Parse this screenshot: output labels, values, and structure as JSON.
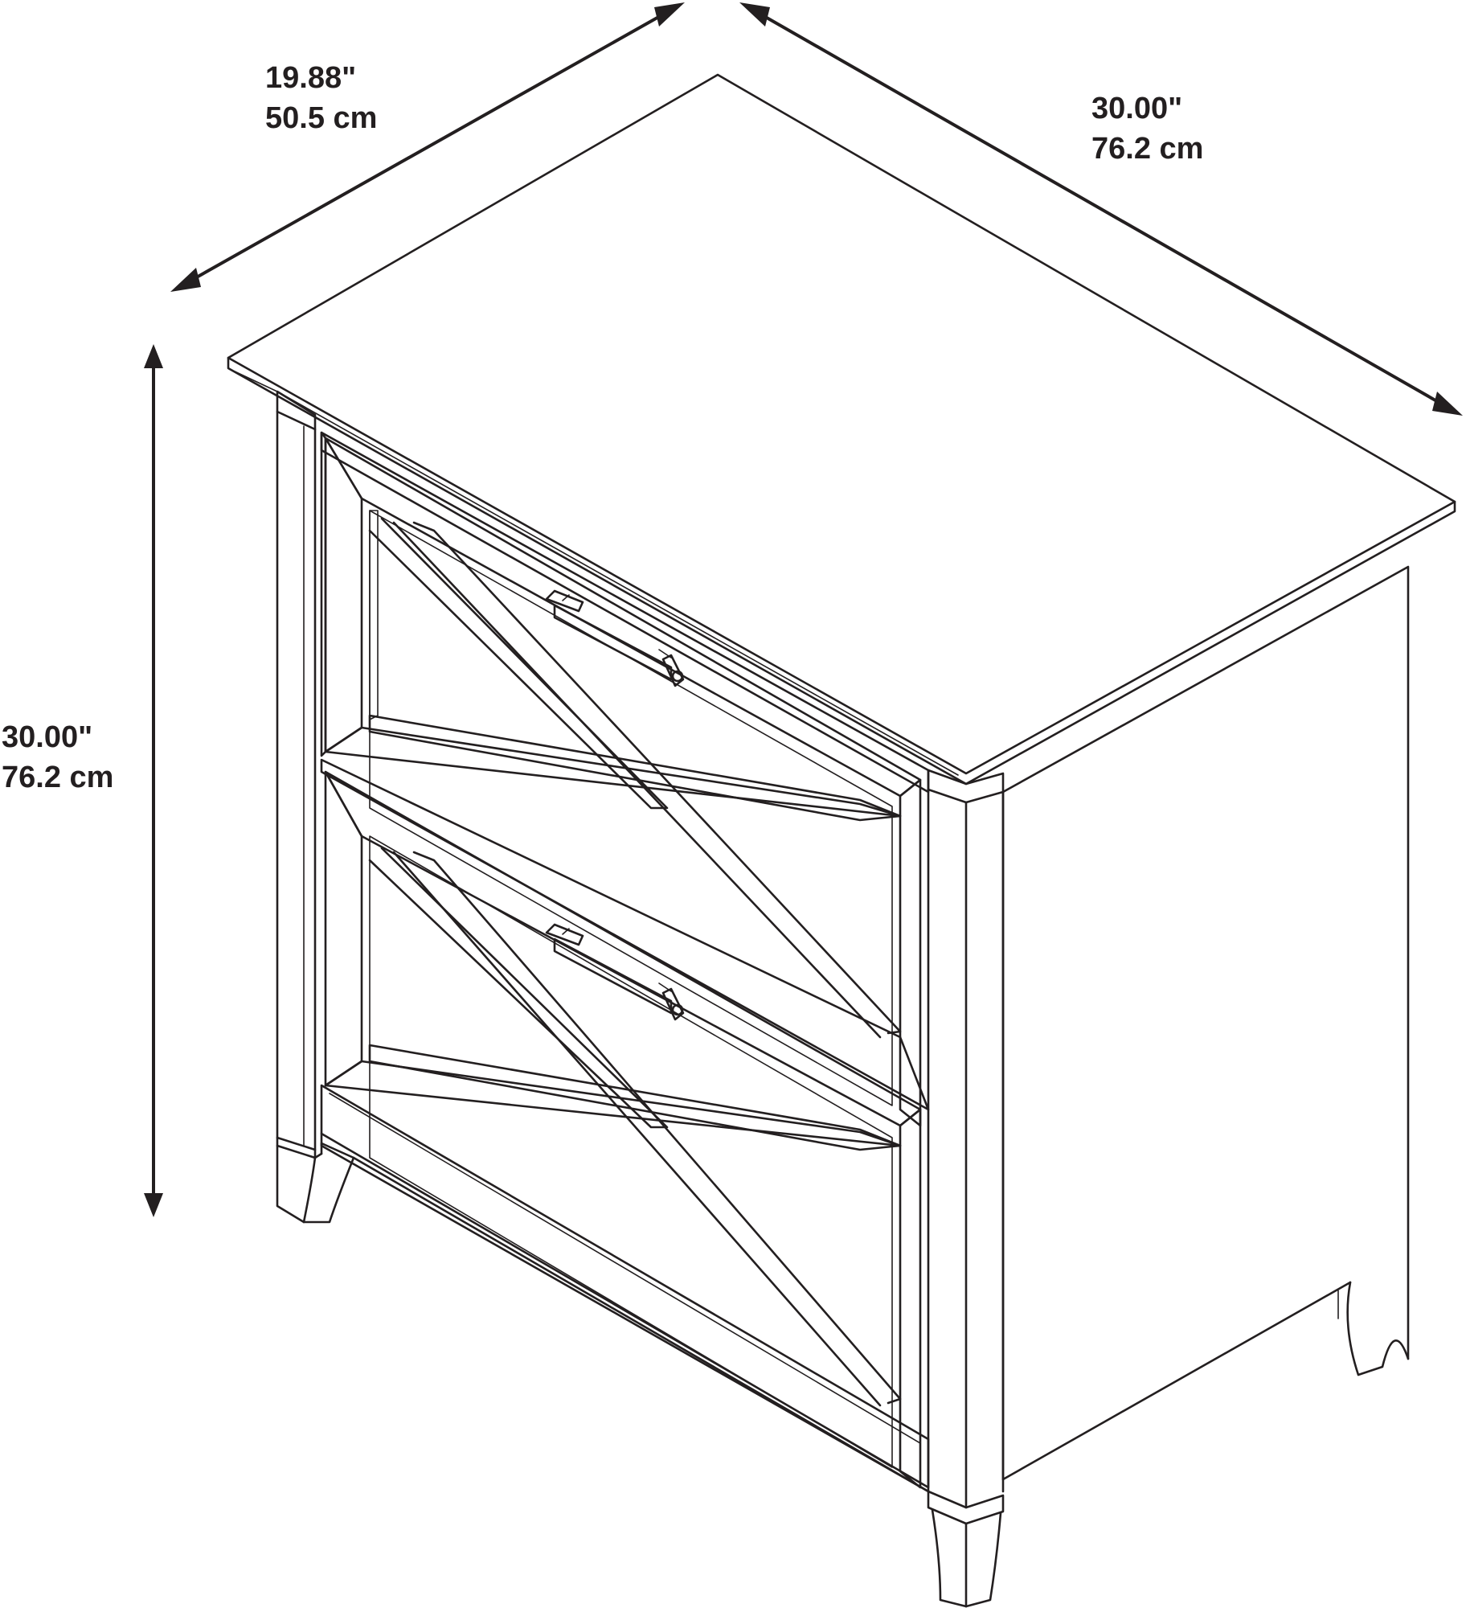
{
  "dimensions": {
    "depth": {
      "inches": "19.88\"",
      "cm": "50.5 cm"
    },
    "width": {
      "inches": "30.00\"",
      "cm": "76.2 cm"
    },
    "height": {
      "inches": "30.00\"",
      "cm": "76.2 cm"
    }
  },
  "colors": {
    "line": "#231f20",
    "background": "#ffffff"
  },
  "drawer_count": 2
}
